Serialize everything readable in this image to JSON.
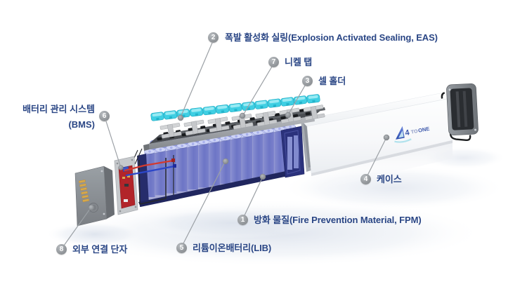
{
  "callouts": {
    "eas": {
      "num": "2",
      "text": "폭발 활성화 실링(Explosion Activated Sealing, EAS)"
    },
    "nickel_tab": {
      "num": "7",
      "text": "니켈 탭"
    },
    "cell_holder": {
      "num": "3",
      "text": "셀 홀더"
    },
    "bms": {
      "num": "6",
      "line1": "배터리 관리 시스템",
      "line2": "(BMS)"
    },
    "case": {
      "num": "4",
      "text": "케이스"
    },
    "fpm": {
      "num": "1",
      "text": "방화 물질(Fire Prevention Material, FPM)"
    },
    "lib": {
      "num": "5",
      "text": "리튬이온배터리(LIB)"
    },
    "terminal": {
      "num": "8",
      "text": "외부 연결 단자"
    }
  },
  "logo": {
    "part1": "4",
    "part2": "TO",
    "part3": "ONE"
  },
  "palette": {
    "label_text": "#2a4685",
    "badge_gray": "#95999d",
    "leader_line": "#9ba0a5",
    "eas_cyan": "#3fcfe3",
    "cell_lavender": "#a9b1e8",
    "container_navy": "#2b327c",
    "holder_gray": "#4a4d52",
    "case_white": "#f7f8fa",
    "pcb_red": "#b2252a",
    "wire_red": "#d23a30",
    "wire_blue": "#2b46c9",
    "pin_gold": "#d7a94b"
  }
}
